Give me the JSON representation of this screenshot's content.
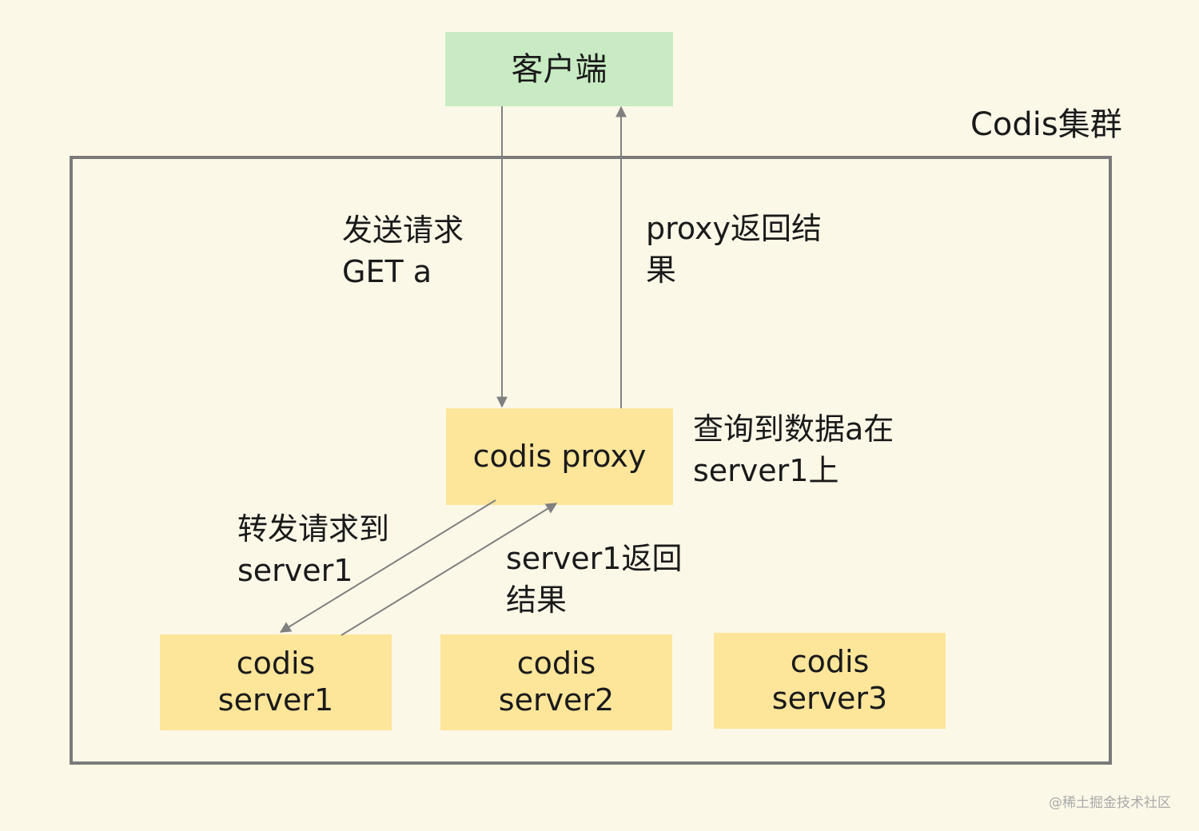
{
  "client": {
    "label": "客户端"
  },
  "cluster": {
    "title": "Codis集群"
  },
  "proxy": {
    "label": "codis proxy"
  },
  "servers": [
    {
      "line1": "codis",
      "line2": "server1"
    },
    {
      "line1": "codis",
      "line2": "server2"
    },
    {
      "line1": "codis",
      "line2": "server3"
    }
  ],
  "annotations": {
    "send_request": {
      "line1": "发送请求",
      "line2": "GET a"
    },
    "proxy_return": {
      "line1": "proxy返回结",
      "line2": "果"
    },
    "lookup": {
      "line1": "查询到数据a在",
      "line2": "server1上"
    },
    "forward": {
      "line1": "转发请求到",
      "line2": "server1"
    },
    "server_return": {
      "line1": "server1返回",
      "line2": "结果"
    }
  },
  "watermark": "@稀土掘金技术社区",
  "colors": {
    "background": "#fcf8e8",
    "client_fill": "#c8ebc3",
    "node_fill": "#fde59a",
    "cluster_border": "#7a7a7a",
    "arrow": "#808080"
  }
}
